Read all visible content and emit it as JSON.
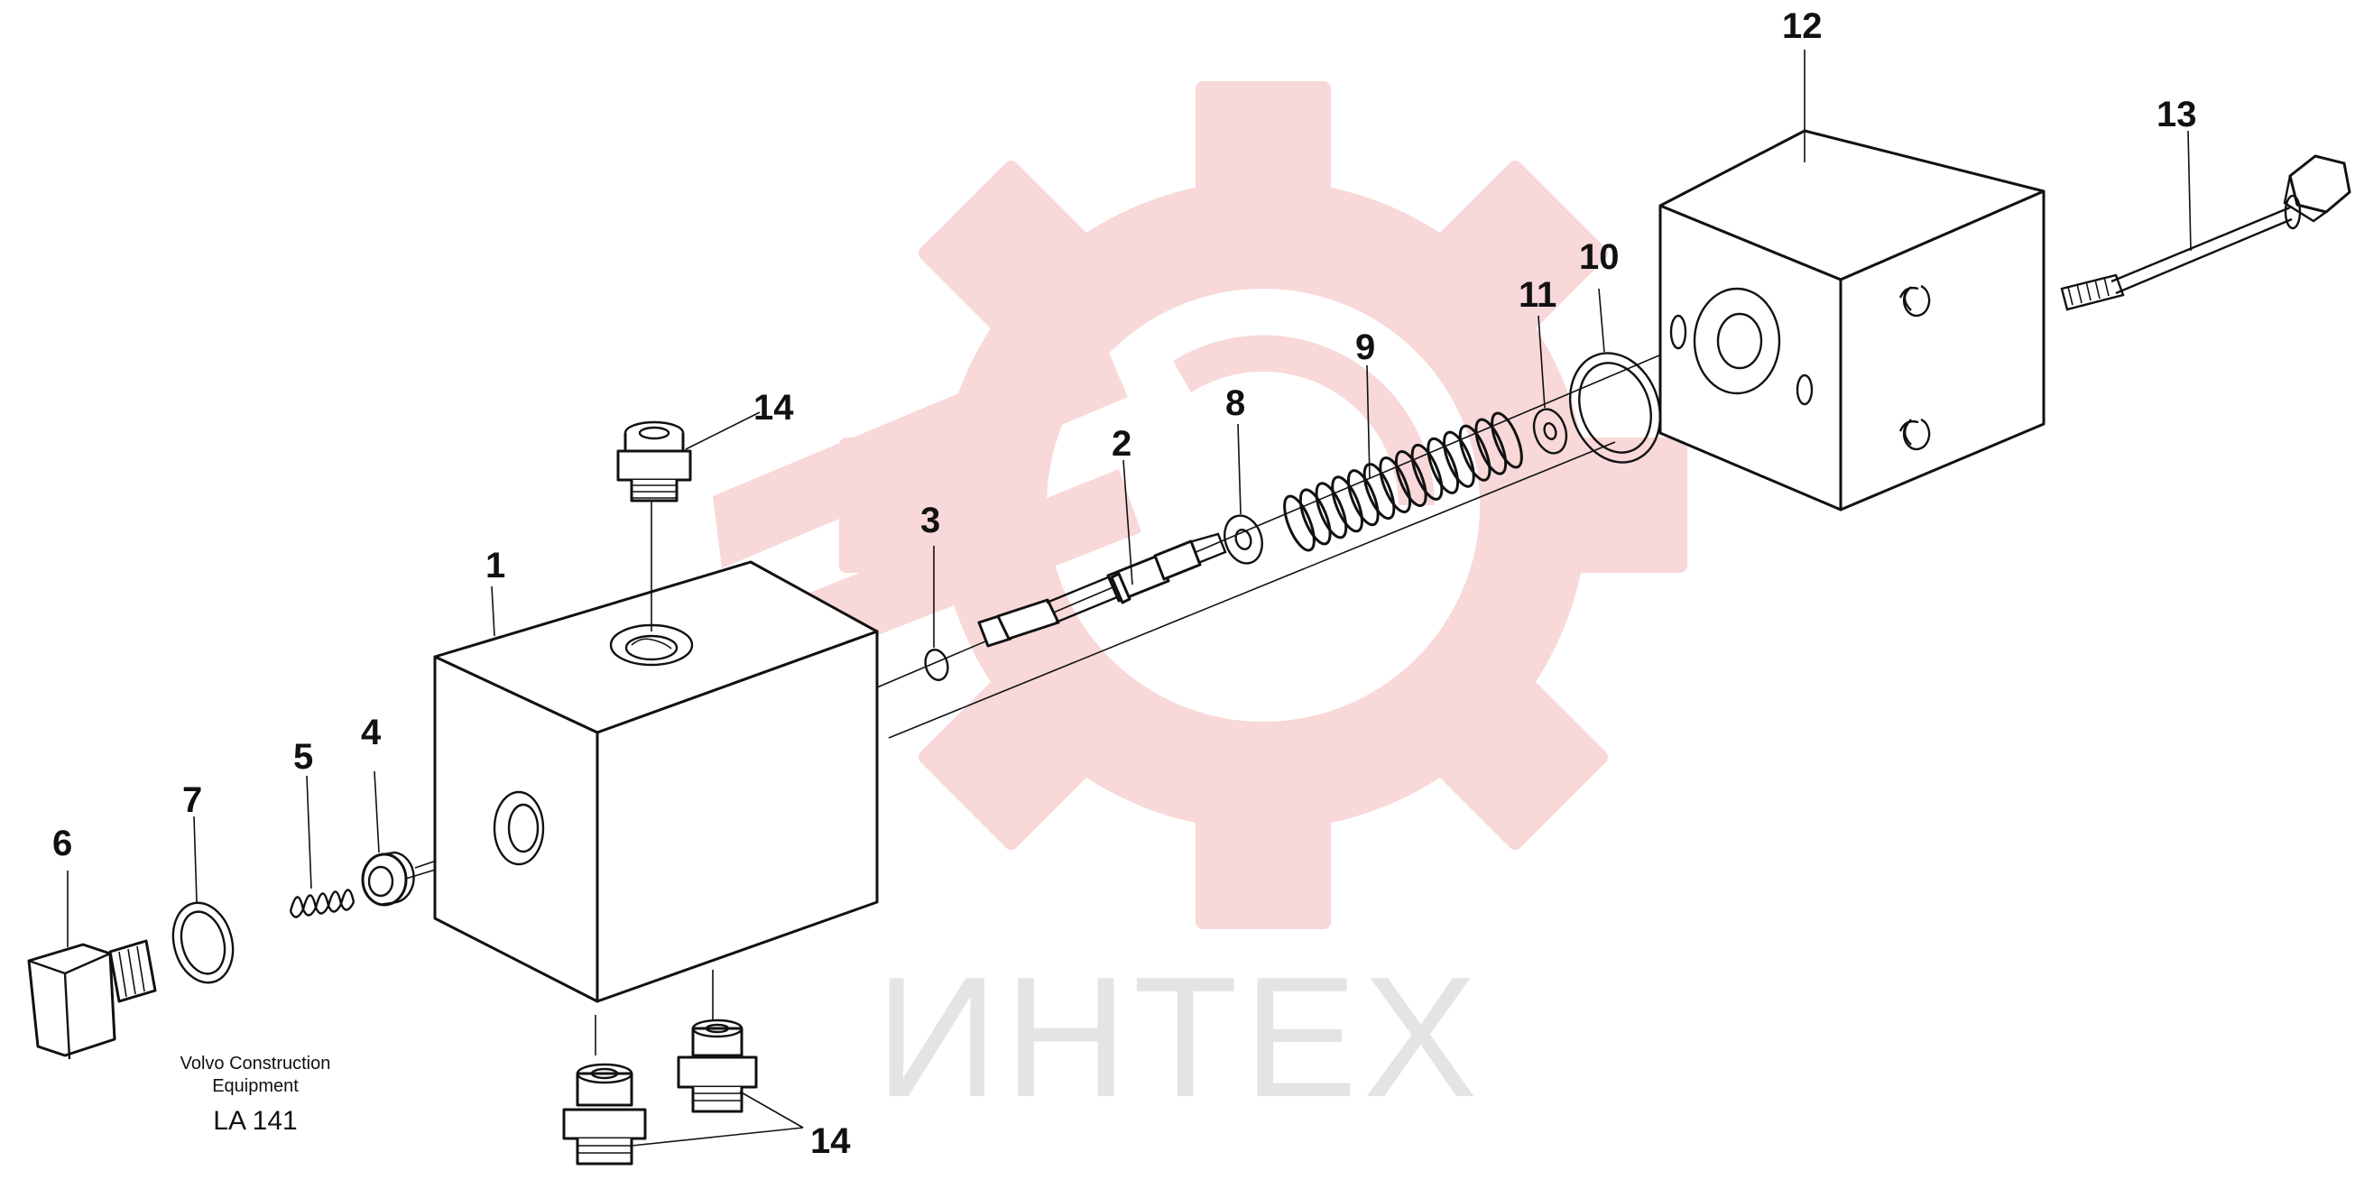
{
  "diagram": {
    "part_numbers": {
      "p1": "1",
      "p2": "2",
      "p3": "3",
      "p4": "4",
      "p5": "5",
      "p6": "6",
      "p7": "7",
      "p8": "8",
      "p9": "9",
      "p10": "10",
      "p11": "11",
      "p12": "12",
      "p13": "13",
      "p14_top": "14",
      "p14_bottom": "14"
    },
    "credit_line1": "Volvo Construction",
    "credit_line2": "Equipment",
    "figure_code": "LA 141",
    "watermark_text": "ИНТЕХ",
    "colors": {
      "ink": "#111111",
      "watermark_gear": "#f4c3c3",
      "watermark_text": "#e4e4e4"
    }
  }
}
